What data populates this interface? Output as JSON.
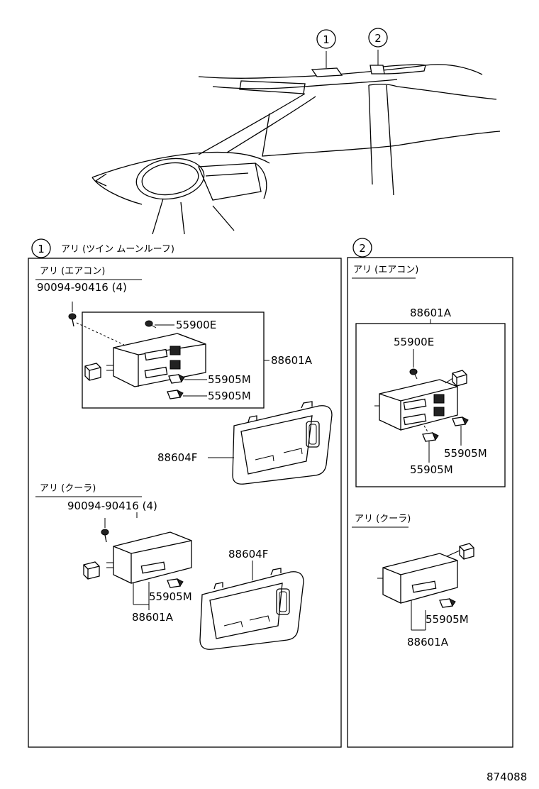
{
  "markers": {
    "one": "1",
    "two": "2"
  },
  "section1": {
    "title": "アリ (ツイン ムーンルーフ)",
    "aircon": {
      "header": "アリ (エアコン)",
      "bolt": "90094-90416 (4)",
      "p_55900E": "55900E",
      "p_55905M_a": "55905M",
      "p_55905M_b": "55905M",
      "p_88601A": "88601A",
      "p_88604F": "88604F"
    },
    "cooler": {
      "header": "アリ (クーラ)",
      "bolt": "90094-90416 (4)",
      "p_88604F": "88604F",
      "p_55905M": "55905M",
      "p_88601A": "88601A"
    }
  },
  "section2": {
    "aircon": {
      "header": "アリ (エアコン)",
      "p_88601A": "88601A",
      "p_55900E": "55900E",
      "p_55905M_a": "55905M",
      "p_55905M_b": "55905M"
    },
    "cooler": {
      "header": "アリ (クーラ)",
      "p_55905M": "55905M",
      "p_88601A": "88601A"
    }
  },
  "diagram_number": "874088"
}
